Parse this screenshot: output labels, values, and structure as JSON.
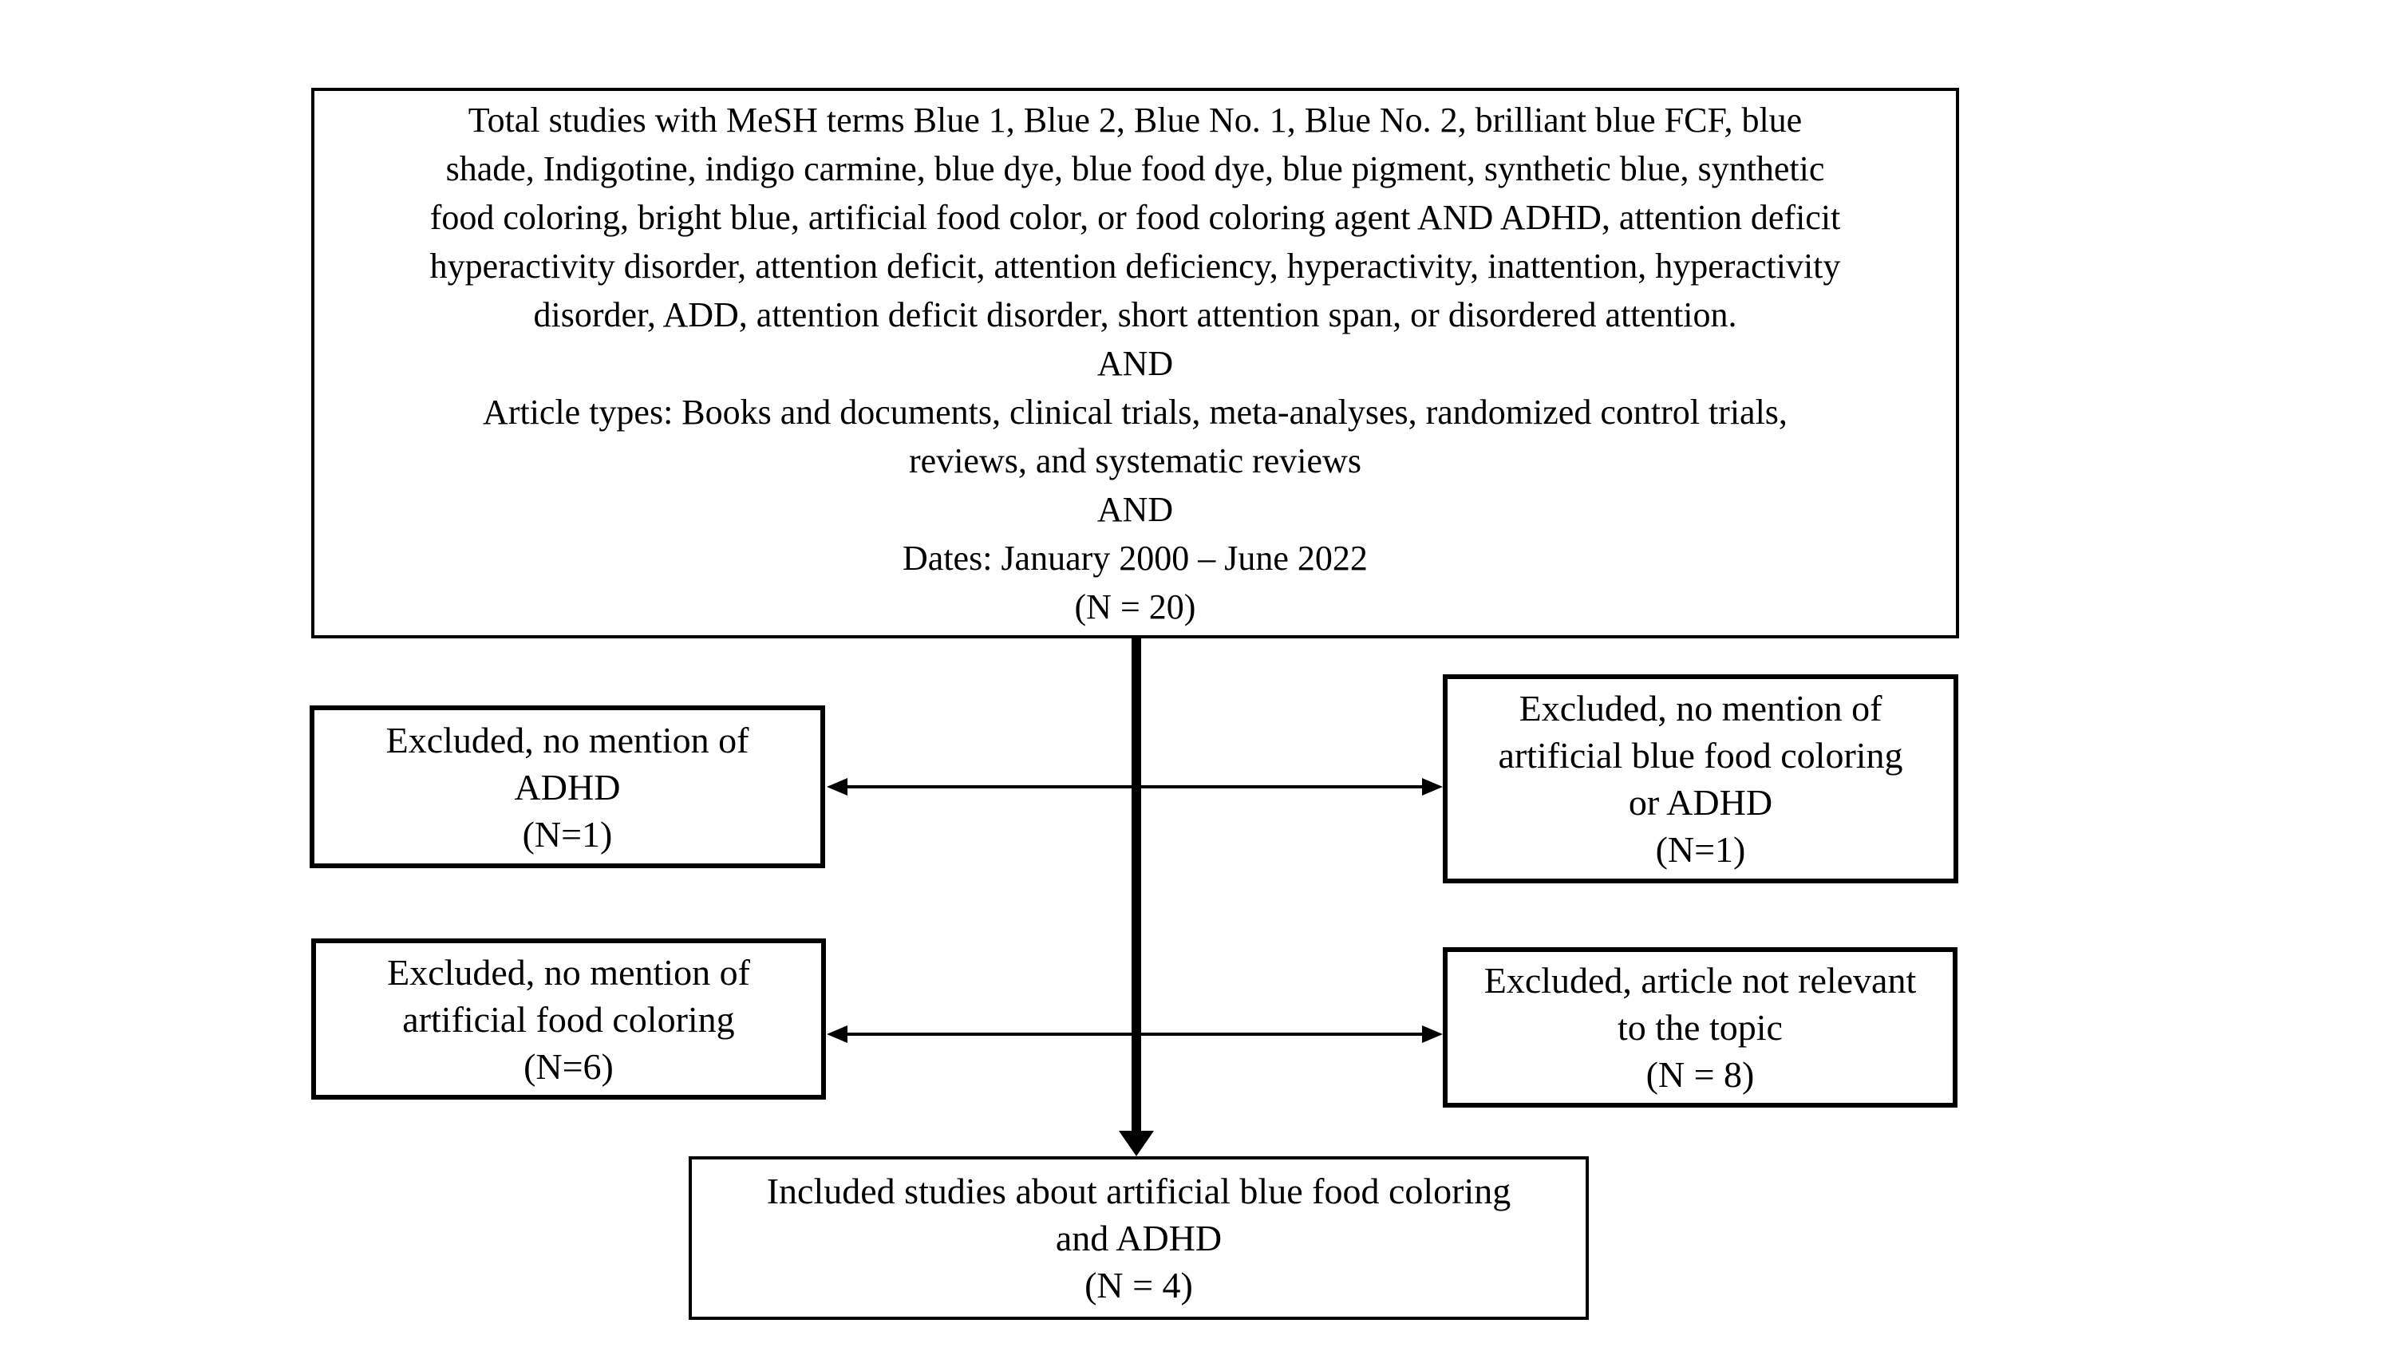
{
  "figure": {
    "background": "#ffffff",
    "line_color": "#000000",
    "text_color": "#000000",
    "boxes": {
      "total": {
        "text": "Total studies with MeSH terms Blue 1, Blue 2, Blue No. 1, Blue No. 2, brilliant blue FCF, blue\nshade, Indigotine, indigo carmine, blue dye, blue food dye, blue pigment, synthetic blue, synthetic\nfood coloring, bright blue, artificial food color, or food coloring agent AND ADHD, attention deficit\nhyperactivity disorder, attention deficit, attention deficiency, hyperactivity, inattention, hyperactivity\ndisorder, ADD, attention deficit disorder, short attention span, or disordered attention.\nAND\nArticle types: Books and documents, clinical trials, meta-analyses, randomized control trials,\nreviews, and systematic reviews\nAND\nDates: January 2000 – June 2022\n(N = 20)"
      },
      "excluded_no_adhd": {
        "text": "Excluded, no mention of\nADHD\n(N=1)"
      },
      "excluded_no_blue_or_adhd": {
        "text": "Excluded, no mention of\nartificial blue food coloring\nor ADHD\n(N=1)"
      },
      "excluded_no_artificial_food_coloring": {
        "text": "Excluded, no mention of\nartificial food coloring\n(N=6)"
      },
      "excluded_not_relevant": {
        "text": "Excluded, article not relevant\nto the topic\n(N = 8)"
      },
      "included": {
        "text": "Included studies about artificial blue food coloring\nand ADHD\n(N = 4)"
      }
    }
  }
}
